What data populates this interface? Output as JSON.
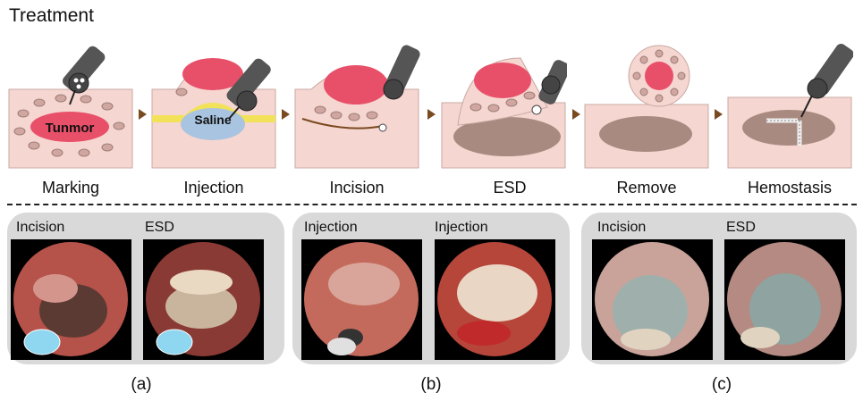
{
  "title": "Treatment",
  "steps": [
    {
      "label": "Marking",
      "inner_text": "Tunmor"
    },
    {
      "label": "Injection",
      "inner_text": "Saline"
    },
    {
      "label": "Incision"
    },
    {
      "label": "ESD"
    },
    {
      "label": "Remove"
    },
    {
      "label": "Hemostasis"
    }
  ],
  "groups": [
    {
      "caption": "(a)",
      "photos": [
        {
          "label": "Incision"
        },
        {
          "label": "ESD"
        }
      ]
    },
    {
      "caption": "(b)",
      "photos": [
        {
          "label": "Injection"
        },
        {
          "label": "Injection"
        }
      ]
    },
    {
      "caption": "(c)",
      "photos": [
        {
          "label": "Incision"
        },
        {
          "label": "ESD"
        }
      ]
    }
  ],
  "colors": {
    "tissue": "#f6d6d0",
    "tumor": "#e8506a",
    "saline": "#a9c4e0",
    "lift_line": "#f2e25a",
    "arrow": "#7a4a20",
    "scope": "#555555",
    "wound": "#a98a80",
    "marks": "#cfa6a0"
  }
}
